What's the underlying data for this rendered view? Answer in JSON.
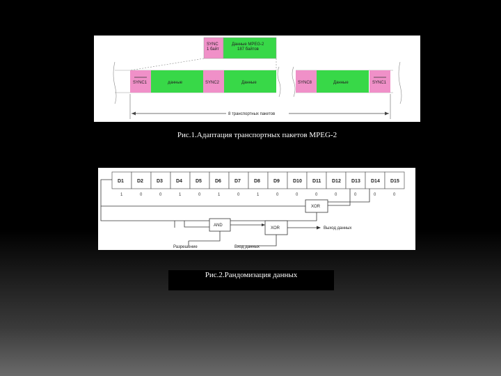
{
  "figure1": {
    "top_sync": "SYNC\n1 байт",
    "top_data": "Данные MPEG-2\n187 байтов",
    "packets": [
      {
        "label": "SYNC1",
        "kind": "sync-inverted"
      },
      {
        "label": "данные",
        "kind": "data"
      },
      {
        "label": "SYNC2",
        "kind": "sync"
      },
      {
        "label": "Данные",
        "kind": "data"
      },
      {
        "label": "SYNC8",
        "kind": "sync"
      },
      {
        "label": "Данные",
        "kind": "data"
      },
      {
        "label": "SYNC1",
        "kind": "sync-inverted"
      }
    ],
    "span_label": "8 транспортных пакетов",
    "caption": "Рис.1.Адаптация транспортных пакетов MPEG-2",
    "colors": {
      "sync": "#f090c8",
      "data": "#38d848"
    }
  },
  "figure2": {
    "registers": [
      "D1",
      "D2",
      "D3",
      "D4",
      "D5",
      "D6",
      "D7",
      "D8",
      "D9",
      "D10",
      "D11",
      "D12",
      "D13",
      "D14",
      "D15"
    ],
    "initial_bits": [
      "1",
      "0",
      "0",
      "1",
      "0",
      "1",
      "0",
      "1",
      "0",
      "0",
      "0",
      "0",
      "0",
      "0",
      "0"
    ],
    "blocks": {
      "xor_top": "XOR",
      "and": "AND",
      "xor_out": "XOR"
    },
    "output_label": "Выход данных",
    "input_label_1": "Разрешение",
    "input_label_2": "Вход данных",
    "caption": "Рис.2.Рандомизация данных"
  }
}
